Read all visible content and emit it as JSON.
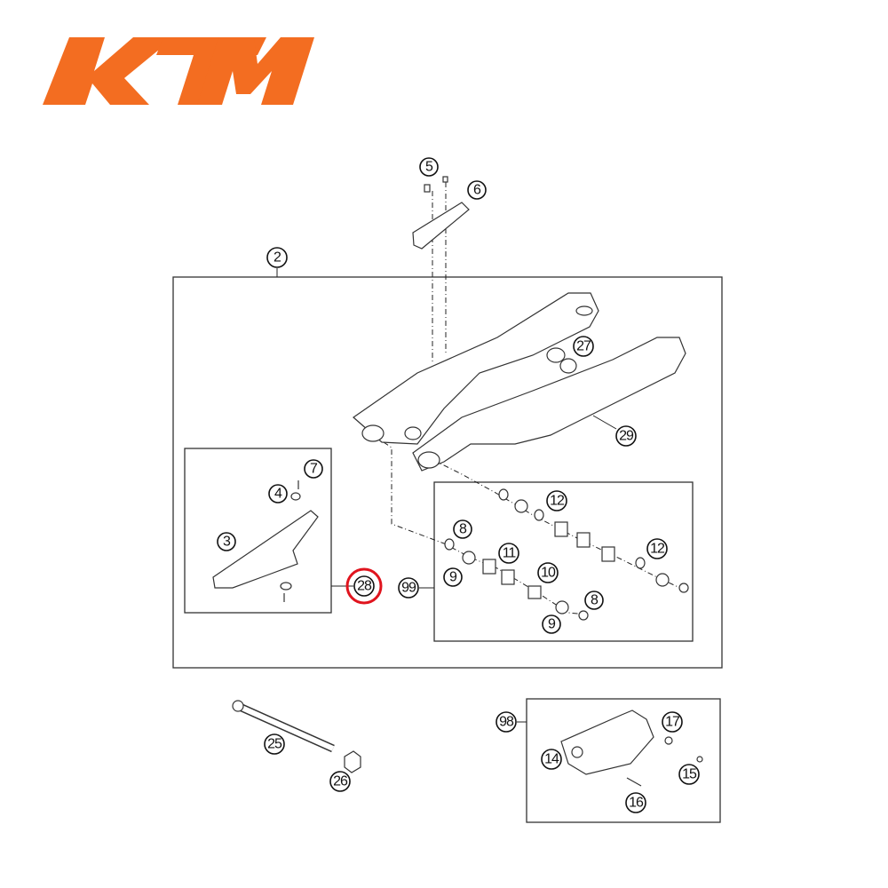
{
  "brand": {
    "logo_text": "KTM",
    "color": "#f36d21"
  },
  "highlight_color": "#e0141e",
  "callouts": {
    "c2": "2",
    "c3": "3",
    "c4": "4",
    "c5": "5",
    "c6": "6",
    "c7": "7",
    "c8a": "8",
    "c8b": "8",
    "c9a": "9",
    "c9b": "9",
    "c10": "10",
    "c11": "11",
    "c12a": "12",
    "c12b": "12",
    "c14": "14",
    "c15": "15",
    "c16": "16",
    "c17": "17",
    "c25": "25",
    "c26": "26",
    "c27": "27",
    "c28": "28",
    "c29": "29",
    "c98": "98",
    "c99": "99"
  },
  "highlighted_part": "28"
}
